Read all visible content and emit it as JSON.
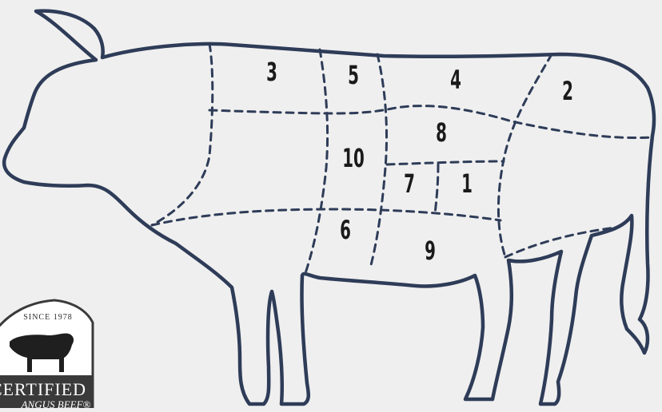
{
  "cuts": [
    {
      "id": "3",
      "label": "3"
    },
    {
      "id": "5",
      "label": "5"
    },
    {
      "id": "4",
      "label": "4"
    },
    {
      "id": "2",
      "label": "2"
    },
    {
      "id": "8",
      "label": "8"
    },
    {
      "id": "10",
      "label": "10"
    },
    {
      "id": "7",
      "label": "7"
    },
    {
      "id": "1",
      "label": "1"
    },
    {
      "id": "6",
      "label": "6"
    },
    {
      "id": "9",
      "label": "9"
    }
  ],
  "badge": {
    "since": "SINCE 1978",
    "line1": "CERTIFIED",
    "line2": "ANGUS BEEF®"
  },
  "colors": {
    "background": "#efefef",
    "outline": "#2e3c58",
    "label": "#1a1a1a",
    "badge_dark": "#3a3a3a"
  }
}
